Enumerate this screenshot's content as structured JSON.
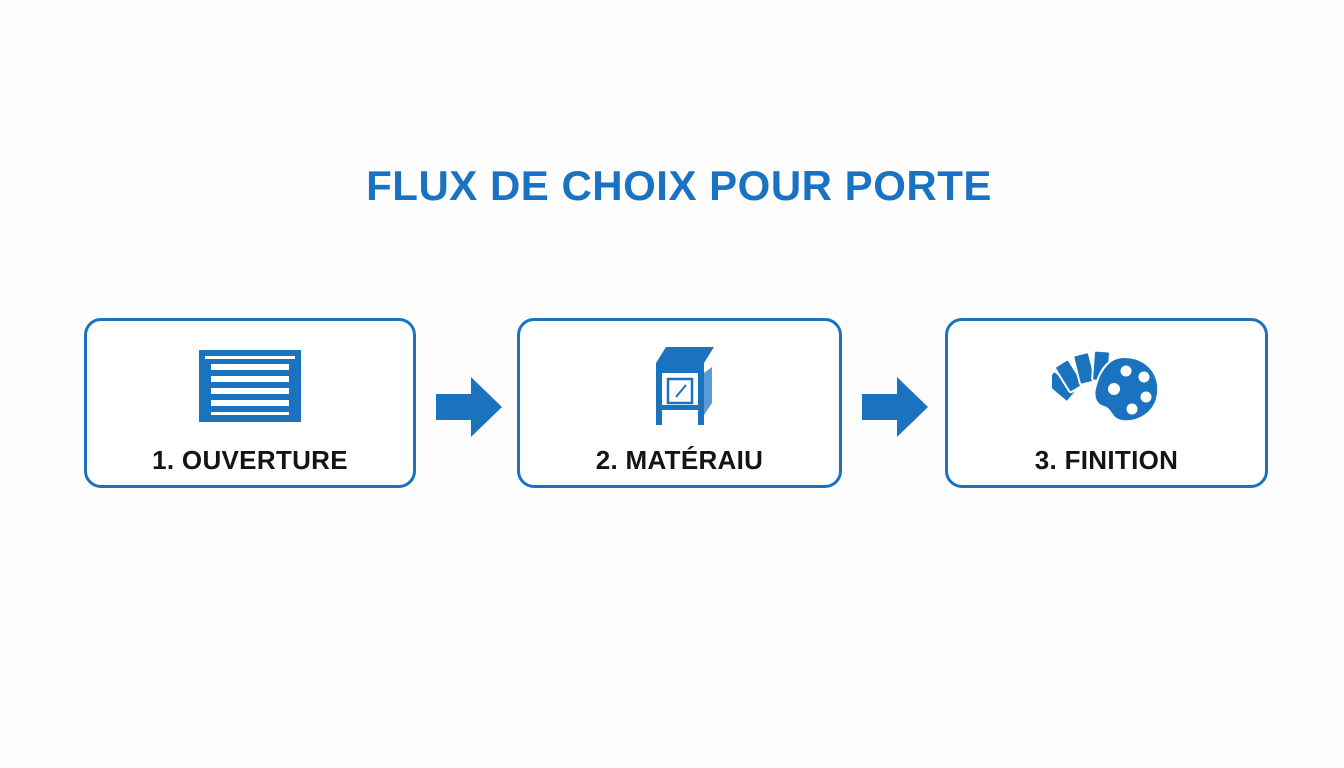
{
  "title": "FLUX DE CHOIX POUR PORTE",
  "colors": {
    "accent": "#1b73c0",
    "title": "#1a73c2",
    "label": "#141414",
    "background": "#fdfdfd"
  },
  "steps": [
    {
      "label": "1. OUVERTURE",
      "icon": "garage-door-icon"
    },
    {
      "label": "2. MATÉRAIU",
      "icon": "material-box-icon"
    },
    {
      "label": "3. FINITION",
      "icon": "paint-palette-icon"
    }
  ]
}
